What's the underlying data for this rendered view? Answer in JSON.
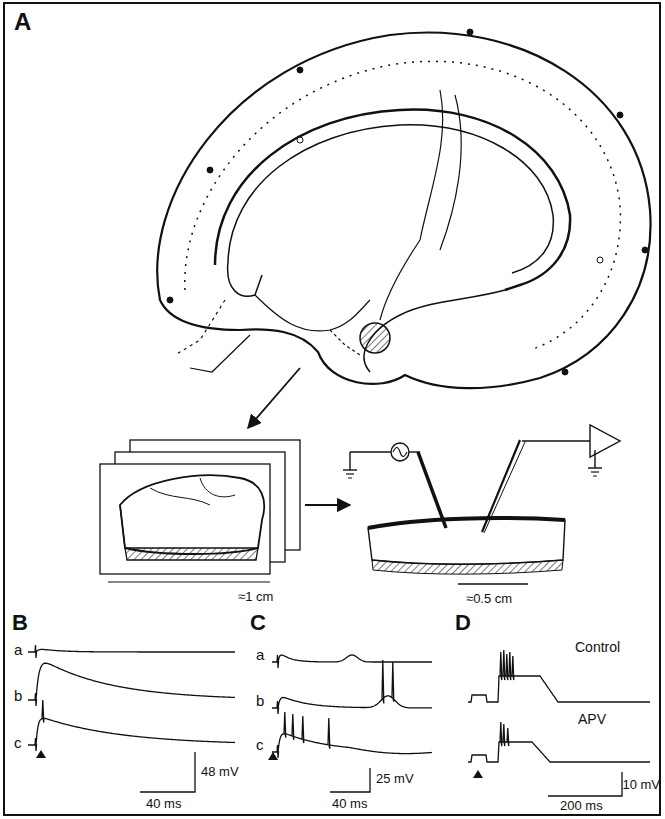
{
  "diagram": {
    "labels": [
      "A",
      "≈1 cm",
      "≈0.5 cm",
      "B",
      "a",
      "b",
      "c",
      "C",
      "a",
      "b",
      "c",
      "D",
      "Control",
      "APV",
      "48 mV",
      "40 ms",
      "25 mV",
      "40 ms",
      "10 mV",
      "200 ms"
    ]
  }
}
